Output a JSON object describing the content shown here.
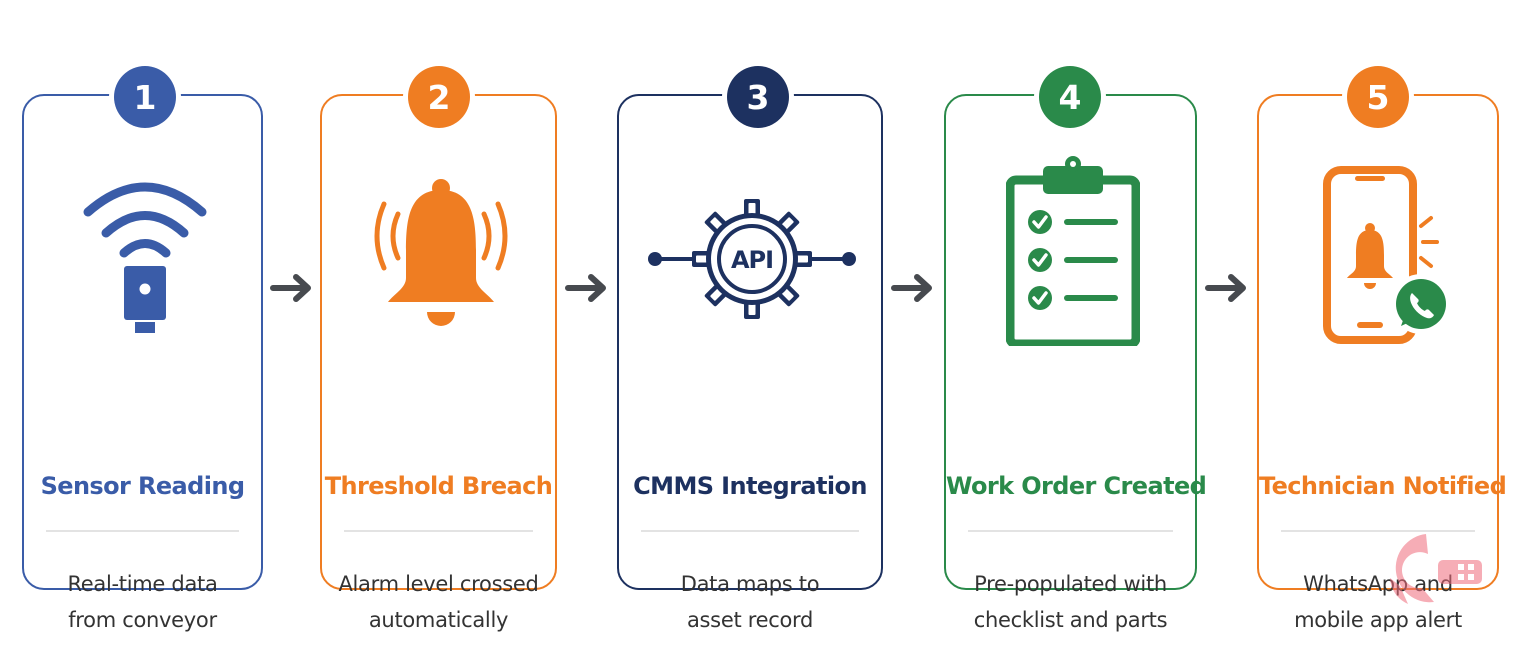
{
  "steps": [
    {
      "number": "1",
      "title": "Sensor Reading",
      "desc_line1": "Real-time data",
      "desc_line2": "from conveyor",
      "color": "#3a5ca8"
    },
    {
      "number": "2",
      "title": "Threshold Breach",
      "desc_line1": "Alarm level crossed",
      "desc_line2": "automatically",
      "color": "#ef7d22"
    },
    {
      "number": "3",
      "title": "CMMS Integration",
      "desc_line1": "Data maps to",
      "desc_line2": "asset record",
      "color": "#1d3160"
    },
    {
      "number": "4",
      "title": "Work Order Created",
      "desc_line1": "Pre-populated with",
      "desc_line2": "checklist and parts",
      "color": "#2a8a4a"
    },
    {
      "number": "5",
      "title": "Technician Notified",
      "desc_line1": "WhatsApp and",
      "desc_line2": "mobile app alert",
      "color": "#ef7d22"
    }
  ],
  "api_icon_label": "API",
  "icons": [
    "wifi-sensor-icon",
    "bell-alarm-icon",
    "gear-api-icon",
    "clipboard-checklist-icon",
    "phone-notification-icon"
  ],
  "arrow_color": "#474a4f",
  "checkmark_color": "#ffffff"
}
